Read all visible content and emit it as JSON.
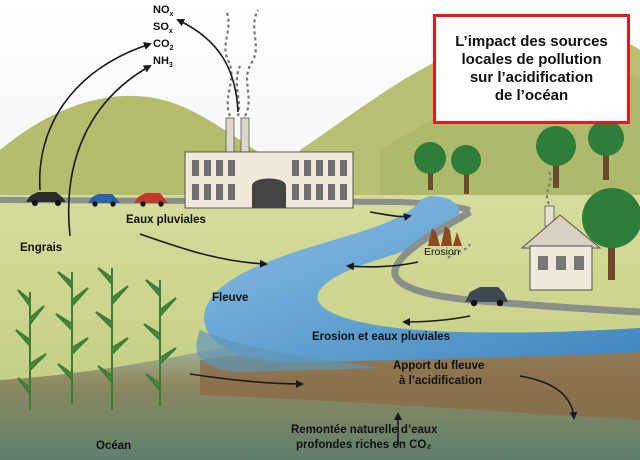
{
  "title": {
    "lines": [
      "L’impact des sources",
      "locales de pollution",
      "sur l’acidification",
      "de l’océan"
    ]
  },
  "pollutants": [
    {
      "base": "NO",
      "sub": "x"
    },
    {
      "base": "SO",
      "sub": "x"
    },
    {
      "base": "CO",
      "sub": "2"
    },
    {
      "base": "NH",
      "sub": "3"
    }
  ],
  "labels": {
    "eaux_pluviales": "Eaux pluviales",
    "engrais": "Engrais",
    "fleuve": "Fleuve",
    "erosion": "Erosion",
    "erosion_eaux": "Erosion et eaux pluviales",
    "apport_line1": "Apport du fleuve",
    "apport_line2": "à l’acidification",
    "remontee_line1": "Remontée naturelle d’eaux",
    "remontee_line2": "profondes riches en CO₂",
    "ocean": "Océan"
  },
  "colors": {
    "title_border": "#e31a1c",
    "sky": "#eef2ec",
    "hills": "#b7bf72",
    "river": "#4f93c9",
    "ocean_water": "#8fa79a",
    "ocean_sediment": "#8b6a45"
  },
  "icons": [
    "factory-icon",
    "smoke-icon",
    "car-icon",
    "house-icon",
    "tree-icon",
    "corn-plant-icon",
    "eroded-rocks-icon"
  ]
}
